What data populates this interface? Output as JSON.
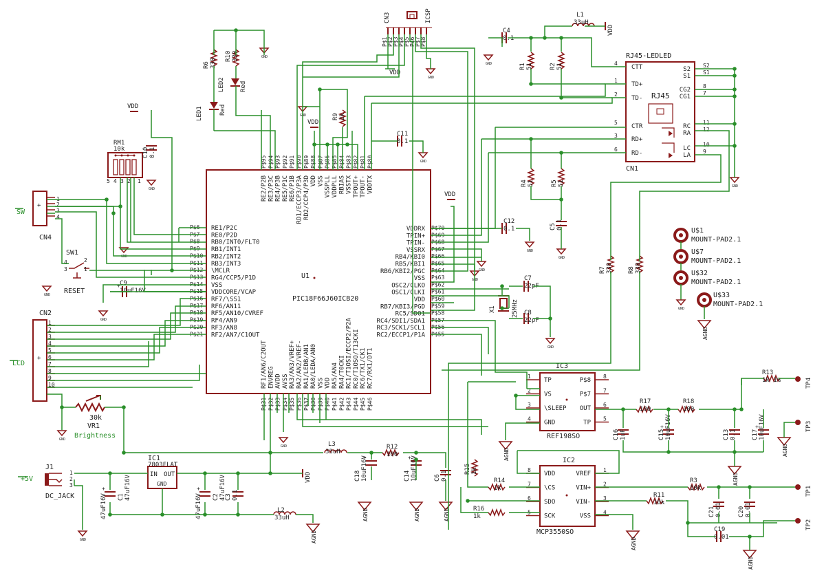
{
  "u1": {
    "ref": "U1",
    "part": "PIC18F66J60ICB20",
    "left_pins": [
      "RE1/P2C",
      "RE0/P2D",
      "RB0/INT0/FLT0",
      "RB1/INT1",
      "RB2/INT2",
      "RB3/INT3",
      "\\MCLR",
      "RG4/CCP5/P1D",
      "VSS",
      "VDDCORE/VCAP",
      "RF7/\\SS1",
      "RF6/AN11",
      "RF5/AN10/CVREF",
      "RF4/AN9",
      "RF3/AN8",
      "RF2/AN7/C1OUT"
    ],
    "left_nums": [
      "P$6",
      "P$7",
      "P$8",
      "P$9",
      "P$10",
      "P$11",
      "P$12",
      "P$13",
      "P$14",
      "P$15",
      "P$16",
      "P$17",
      "P$18",
      "P$19",
      "P$20",
      "P$21"
    ],
    "right_pins": [
      "VDDRX",
      "TPIN+",
      "TPIN-",
      "VSSRX",
      "RB4/KBI0",
      "RB5/KBI1",
      "RB6/KBI2/PGC",
      "VSS",
      "OSC2/CLKO",
      "OSC1/CLKI",
      "VDD",
      "RB7/KBI3/PGD",
      "RC5/SDO1",
      "RC4/SDI1/SDA1",
      "RC3/SCK1/SCL1",
      "RC2/ECCP1/P1A"
    ],
    "right_nums": [
      "P$70",
      "P$69",
      "P$68",
      "P$67",
      "P$66",
      "P$65",
      "P$64",
      "P$63",
      "P$62",
      "P$61",
      "P$60",
      "P$59",
      "P$58",
      "P$57",
      "P$56",
      "P$55"
    ],
    "top_pins": [
      "RE2/P2B",
      "RE3/P3C",
      "RE4/P3B",
      "RE5/P1C",
      "RE6/P1B",
      "RD1/ECCP3/P3A",
      "RD2/CCP4/P3D",
      "VDD",
      "VSS",
      "VSSPLL",
      "VDDPLL",
      "RBIAS",
      "VSSTX",
      "TPOUT+",
      "TPOUT-",
      "VDDTX"
    ],
    "top_nums": [
      "P$95",
      "P$94",
      "P$93",
      "P$92",
      "P$91",
      "P$90",
      "P$89",
      "P$88",
      "P$87",
      "P$86",
      "P$85",
      "P$84",
      "P$83",
      "P$82",
      "P$81",
      "P$80"
    ],
    "bottom_pins": [
      "RF1/AN6/C2OUT",
      "ENVREG",
      "AVDD",
      "AVSS",
      "RA3/AN3/VREF+",
      "RA2/AN2/VREF-",
      "RA1/LEDB/AN1",
      "RA0/LEDA/AN0",
      "VSS",
      "VDD",
      "RA5/AN4",
      "RA4/T0CKI",
      "RC1/T1OSI/ECCP2/P2A",
      "RC0/T1OSO/T13CKI",
      "RC6/TX1/CK1",
      "RC7/RX1/DT1"
    ],
    "bottom_nums": [
      "P$31",
      "P$32",
      "P$33",
      "P$34",
      "P$35",
      "P$36",
      "P$37",
      "P$38",
      "P$39",
      "P$40",
      "P$41",
      "P$42",
      "P$43",
      "P$44",
      "P$45",
      "P$46"
    ]
  },
  "labels": {
    "vdd": "VDD",
    "gnd": "GND",
    "agnd": "AGND",
    "plus5v": "+5V",
    "sw": "SW",
    "lcd": "LCD",
    "brightness": "Brightness",
    "reset": "RESET",
    "red": "Red",
    "rj45": "RJ45",
    "rj45_ledled": "RJ45-LEDLED",
    "cn1": "CN1",
    "cn2": "CN2",
    "cn3": "CN3",
    "cn4": "CN4",
    "icsp": "ICSP",
    "dc_jack": "DC_JACK",
    "j1": "J1",
    "sw1": "SW1",
    "rm1": "RM1",
    "rm1_val": "10k",
    "vr1": "VR1",
    "vr1_val": "30k",
    "x1": "X1",
    "x1_val": "25MHz",
    "led1": "LED1",
    "led2": "LED2",
    "ic1": "IC1",
    "ic1_part": "7803FLAT",
    "ic1_in": "IN",
    "ic1_out": "OUT",
    "ic1_gnd": "GND",
    "ic2": "IC2",
    "ic2_part": "MCP3550SO",
    "ic3": "IC3",
    "ic3_part": "REF198SO",
    "tp1": "TP1",
    "tp2": "TP2",
    "tp3": "TP3",
    "tp4": "TP4",
    "u1_mount": "U$1",
    "u7_mount": "U$7",
    "u32_mount": "U$32",
    "u33_mount": "U$33",
    "mount_part": "MOUNT-PAD2.1"
  },
  "cn1_pins": {
    "left": [
      [
        "CTT",
        "4"
      ],
      [
        "TD+",
        "1"
      ],
      [
        "TD-",
        "2"
      ],
      [
        "CTR",
        "5"
      ],
      [
        "RD+",
        "3"
      ],
      [
        "RD-",
        "6"
      ]
    ],
    "right": [
      [
        "S2",
        "S2"
      ],
      [
        "S1",
        "S1"
      ],
      [
        "CG2",
        "8"
      ],
      [
        "CG1",
        "7"
      ],
      [
        "RC",
        "11"
      ],
      [
        "RA",
        "12"
      ],
      [
        "LC",
        "10"
      ],
      [
        "LA",
        "9"
      ]
    ]
  },
  "ic2_pins": {
    "left": [
      [
        "VDD",
        "8"
      ],
      [
        "\\CS",
        "7"
      ],
      [
        "SDO",
        "6"
      ],
      [
        "SCK",
        "5"
      ]
    ],
    "right": [
      [
        "VREF",
        "1"
      ],
      [
        "VIN+",
        "2"
      ],
      [
        "VIN-",
        "3"
      ],
      [
        "VSS",
        "4"
      ]
    ]
  },
  "ic3_pins": {
    "left": [
      [
        "TP",
        "1"
      ],
      [
        "VS",
        "2"
      ],
      [
        "\\SLEEP",
        "3"
      ],
      [
        "GND",
        "4"
      ]
    ],
    "right": [
      [
        "P$8",
        "8"
      ],
      [
        "P$7",
        "7"
      ],
      [
        "OUT",
        "6"
      ],
      [
        "TP",
        "5"
      ]
    ]
  },
  "components": {
    "r1": [
      "R1",
      "51"
    ],
    "r2": [
      "R2",
      "51"
    ],
    "r4": [
      "R4",
      "51"
    ],
    "r5": [
      "R5",
      "51"
    ],
    "r6": [
      "R6",
      "330"
    ],
    "r10": [
      "R10",
      "330"
    ],
    "r7": [
      "R7",
      "330"
    ],
    "r8": [
      "R8",
      "330"
    ],
    "r9": [
      "R9",
      "2k"
    ],
    "r3": [
      "R3",
      "10k"
    ],
    "r11": [
      "R11",
      "10k"
    ],
    "r12": [
      "R12",
      "100"
    ],
    "r13": [
      "R13",
      "1k 1%"
    ],
    "r14": [
      "R14",
      "1k"
    ],
    "r15": [
      "R15",
      "1k"
    ],
    "r16": [
      "R16",
      "1k"
    ],
    "r17": [
      "R17",
      "100"
    ],
    "r18": [
      "R18",
      "100"
    ],
    "c1": [
      "C1",
      "47uF16V"
    ],
    "c2": [
      "C2",
      "47uF16V"
    ],
    "c3": [
      "C3",
      "0.1"
    ],
    "c4": [
      "C4",
      "0.1"
    ],
    "c5": [
      "C5",
      "0.1"
    ],
    "c6": [
      "C6",
      "0.1"
    ],
    "c7": [
      "C7",
      "22pF"
    ],
    "c8": [
      "C8",
      "22pF"
    ],
    "c9": [
      "C9",
      "10uF16V"
    ],
    "c10": [
      "C10",
      "0.1"
    ],
    "c11": [
      "C11",
      "0.1"
    ],
    "c12": [
      "C12",
      "0.1"
    ],
    "c13": [
      "C13",
      "0.1"
    ],
    "c14": [
      "C14",
      "10uF16V"
    ],
    "c15": [
      "C15",
      "10uF16V"
    ],
    "c16": [
      "C16",
      "1uF"
    ],
    "c17": [
      "C17",
      "10uF16V"
    ],
    "c18": [
      "C18",
      "10uF16V"
    ],
    "c19": [
      "C19",
      "0.01"
    ],
    "c20": [
      "C20",
      "0.01"
    ],
    "c21": [
      "C21",
      "0.01"
    ],
    "l1": [
      "L1",
      "33uH"
    ],
    "l2": [
      "L2",
      "33uH"
    ],
    "l3": [
      "L3",
      "33uH"
    ]
  }
}
